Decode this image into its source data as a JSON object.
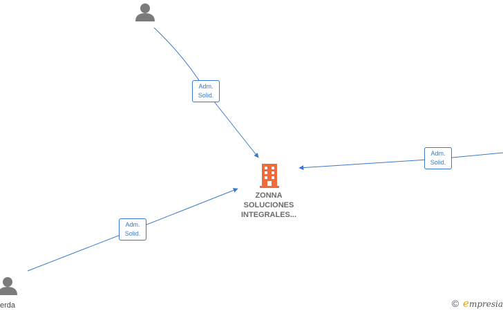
{
  "company": {
    "line1": "ZONNA",
    "line2": "SOLUCIONES",
    "line3": "INTEGRALES..."
  },
  "relations": [
    {
      "line1": "Adm.",
      "line2": "Solid."
    },
    {
      "line1": "Adm.",
      "line2": "Solid."
    },
    {
      "line1": "Adm.",
      "line2": "Solid."
    }
  ],
  "people": [
    {
      "name": ""
    },
    {
      "name": "erda"
    },
    {
      "name": ""
    }
  ],
  "footer": {
    "copyright": "©",
    "brand_initial": "e",
    "brand_rest": "mpresia"
  },
  "colors": {
    "edge": "#3a78c9",
    "company_icon": "#f26a3b",
    "person_icon": "#7b7b7b",
    "brand_accent": "#f0a000"
  },
  "icons": {
    "company": "building-icon",
    "person": "person-icon"
  }
}
